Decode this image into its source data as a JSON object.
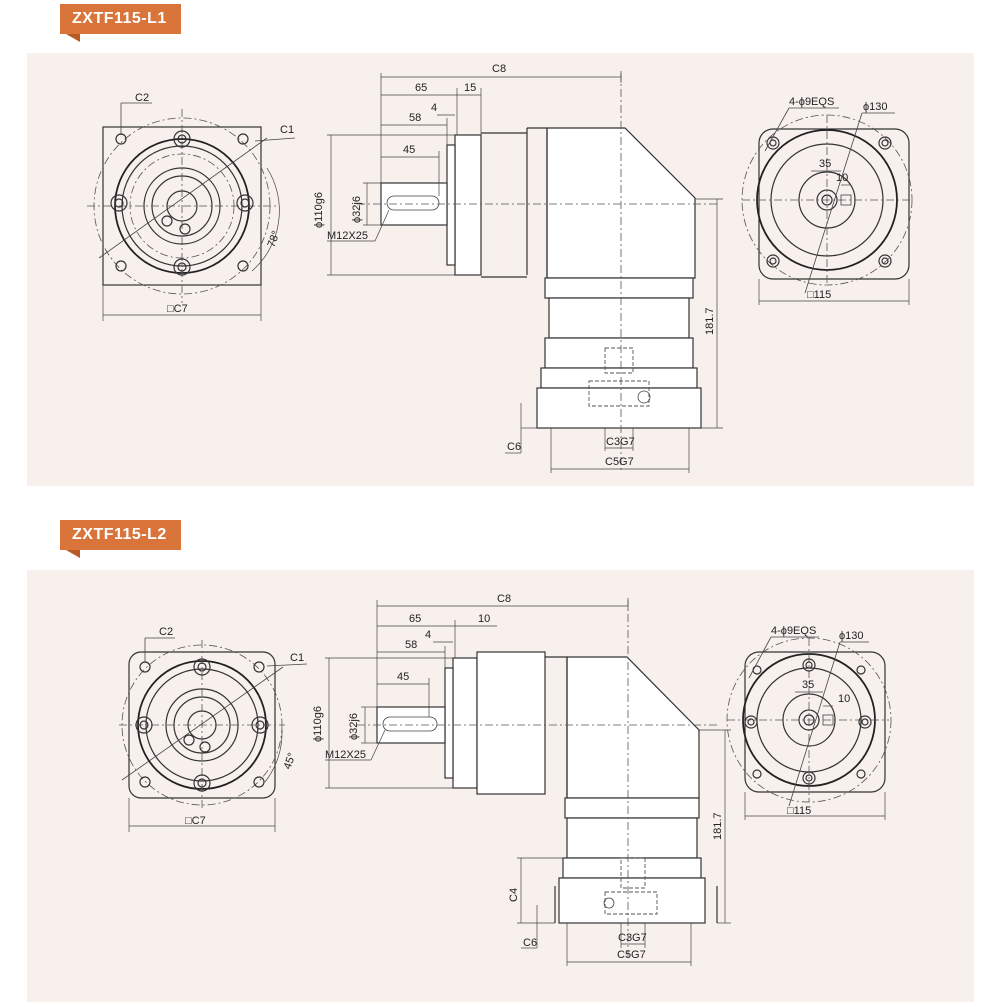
{
  "sections": [
    {
      "title": "ZXTF115-L1",
      "front": {
        "c2": "C2",
        "c1": "C1",
        "angle": "78°",
        "square": "□C7"
      },
      "side": {
        "c8": "C8",
        "d65": "65",
        "d15": "15",
        "d4": "4",
        "d58": "58",
        "d45": "45",
        "d110": "ϕ110g6",
        "d32": "ϕ32j6",
        "thread": "M12X25",
        "h181": "181.7",
        "c6": "C6",
        "c3": "C3G7",
        "c5": "C5G7"
      },
      "back": {
        "holes": "4-ϕ9EQS",
        "d130": "ϕ130",
        "d35": "35",
        "d10": "10",
        "sq": "□115"
      }
    },
    {
      "title": "ZXTF115-L2",
      "front": {
        "c2": "C2",
        "c1": "C1",
        "angle": "45°",
        "square": "□C7"
      },
      "side": {
        "c8": "C8",
        "d65": "65",
        "d10": "10",
        "d4": "4",
        "d58": "58",
        "d45": "45",
        "d110": "ϕ110g6",
        "d32": "ϕ32j6",
        "thread": "M12X25",
        "h181": "181.7",
        "c4": "C4",
        "c6": "C6",
        "c3": "C3G7",
        "c5": "C5G7"
      },
      "back": {
        "holes": "4-ϕ9EQS",
        "d130": "ϕ130",
        "d35": "35",
        "d10": "10",
        "sq": "□115"
      }
    }
  ]
}
